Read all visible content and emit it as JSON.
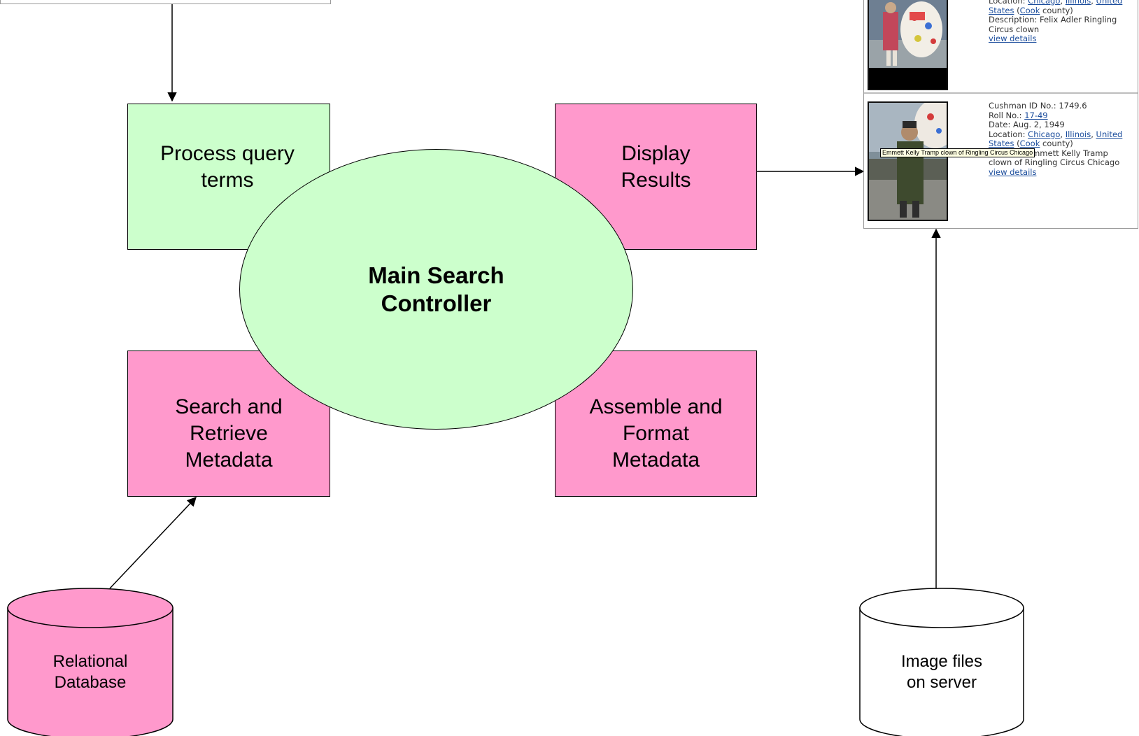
{
  "diagram": {
    "process_query": "Process query\nterms",
    "display_results": "Display\nResults",
    "search_retrieve": "Search and\nRetrieve\nMetadata",
    "assemble_format": "Assemble and\nFormat\nMetadata",
    "controller": "Main Search\nController",
    "relational_db": "Relational\nDatabase",
    "image_files": "Image files\non server"
  },
  "colors": {
    "green": "#ccffcc",
    "pink": "#ff99cc",
    "link": "#1a4c9c"
  },
  "results": {
    "item1": {
      "location_label": "Location:",
      "loc_city": "Chicago",
      "loc_state": "Illinois",
      "loc_country_a": "United",
      "loc_country_b": "States",
      "loc_county": "Cook",
      "county_suffix": "county)",
      "description_label": "Description:",
      "description_a": "Felix Adler Ringling",
      "description_b": "Circus clown",
      "view_details": "view details"
    },
    "item2": {
      "id_label": "Cushman ID No.:",
      "id_value": "1749.6",
      "roll_label": "Roll No.:",
      "roll_value": "17-49",
      "date_label": "Date:",
      "date_value": "Aug. 2, 1949",
      "location_label": "Location:",
      "loc_city": "Chicago",
      "loc_state": "Illinois",
      "loc_country_a": "United",
      "loc_country_b": "States",
      "loc_county": "Cook",
      "county_suffix": "county)",
      "description_partial": "n: Emmett Kelly Tramp",
      "description_b": "clown of Ringling Circus Chicago",
      "view_details": "view details",
      "tooltip": "Emmett Kelly Tramp clown of Ringling Circus Chicago"
    }
  }
}
